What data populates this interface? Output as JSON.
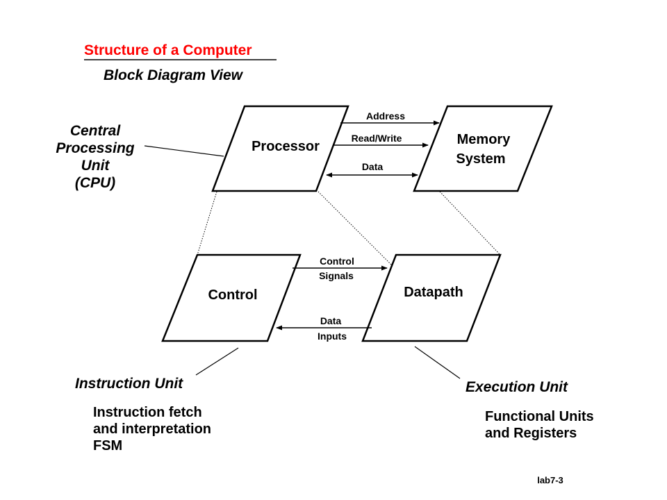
{
  "title": "Structure of a Computer",
  "subtitle": "Block Diagram View",
  "cpu_label": [
    "Central",
    "Processing",
    "Unit",
    "(CPU)"
  ],
  "boxes": {
    "processor": "Processor",
    "memory": [
      "Memory",
      "System"
    ],
    "control": "Control",
    "datapath": "Datapath"
  },
  "arrows": {
    "address": "Address",
    "read_write": "Read/Write",
    "data": "Data",
    "control_signals": [
      "Control",
      "Signals"
    ],
    "data_inputs": [
      "Data",
      "Inputs"
    ]
  },
  "instruction_unit": {
    "title": "Instruction Unit",
    "desc": [
      "Instruction fetch",
      "and interpretation",
      "FSM"
    ]
  },
  "execution_unit": {
    "title": "Execution Unit",
    "desc": [
      "Functional Units",
      "and Registers"
    ]
  },
  "footer": "lab7-3",
  "colors": {
    "title": "#ff0000",
    "text": "#000000",
    "background": "#ffffff"
  }
}
